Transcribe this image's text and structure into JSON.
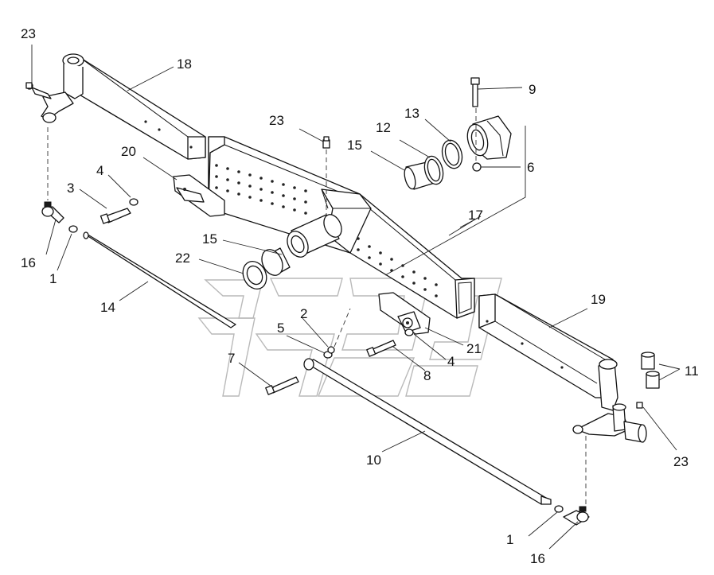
{
  "callouts": [
    {
      "id": "c23a",
      "text": "23"
    },
    {
      "id": "c18",
      "text": "18"
    },
    {
      "id": "c20",
      "text": "20"
    },
    {
      "id": "c4a",
      "text": "4"
    },
    {
      "id": "c3",
      "text": "3"
    },
    {
      "id": "c16a",
      "text": "16"
    },
    {
      "id": "c1a",
      "text": "1"
    },
    {
      "id": "c14",
      "text": "14"
    },
    {
      "id": "c22",
      "text": "22"
    },
    {
      "id": "c15a",
      "text": "15"
    },
    {
      "id": "c23b",
      "text": "23"
    },
    {
      "id": "c15b",
      "text": "15"
    },
    {
      "id": "c12",
      "text": "12"
    },
    {
      "id": "c13",
      "text": "13"
    },
    {
      "id": "c9",
      "text": "9"
    },
    {
      "id": "c6",
      "text": "6"
    },
    {
      "id": "c17",
      "text": "17"
    },
    {
      "id": "c2",
      "text": "2"
    },
    {
      "id": "c5",
      "text": "5"
    },
    {
      "id": "c7",
      "text": "7"
    },
    {
      "id": "c21",
      "text": "21"
    },
    {
      "id": "c4b",
      "text": "4"
    },
    {
      "id": "c8",
      "text": "8"
    },
    {
      "id": "c19",
      "text": "19"
    },
    {
      "id": "c11",
      "text": "11"
    },
    {
      "id": "c23c",
      "text": "23"
    },
    {
      "id": "c10",
      "text": "10"
    },
    {
      "id": "c1b",
      "text": "1"
    },
    {
      "id": "c16b",
      "text": "16"
    }
  ]
}
